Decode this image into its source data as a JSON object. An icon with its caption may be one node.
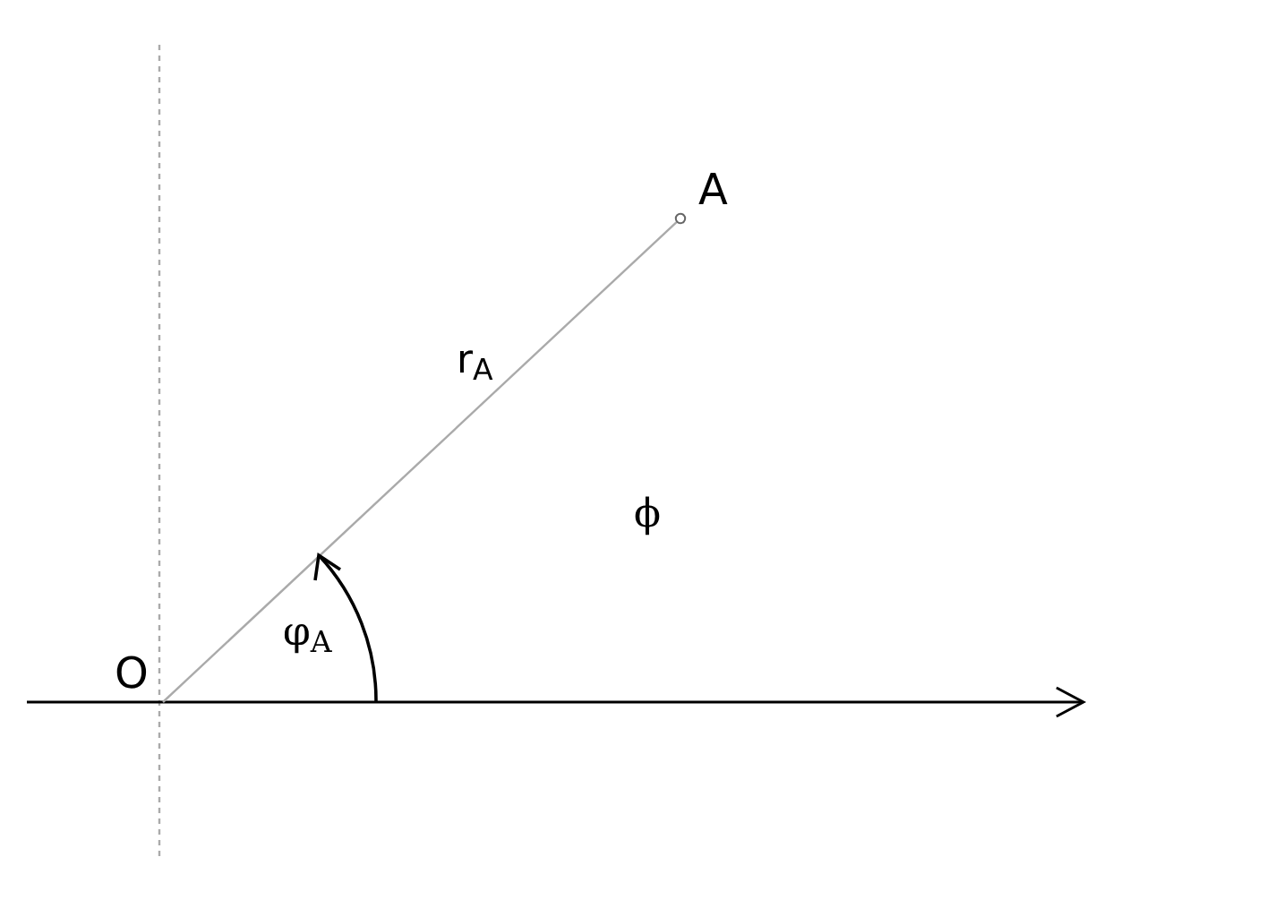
{
  "diagram": {
    "nodes": [
      {
        "text": [
          "O"
        ]
      },
      {
        "text": [
          "A"
        ]
      }
    ],
    "edges": [
      {
        "from": 0,
        "to": 1,
        "arrow": "none",
        "label": "r$_{A}$"
      }
    ],
    "labels": [
      "φ$_{A}$",
      "ϕ"
    ]
  }
}
